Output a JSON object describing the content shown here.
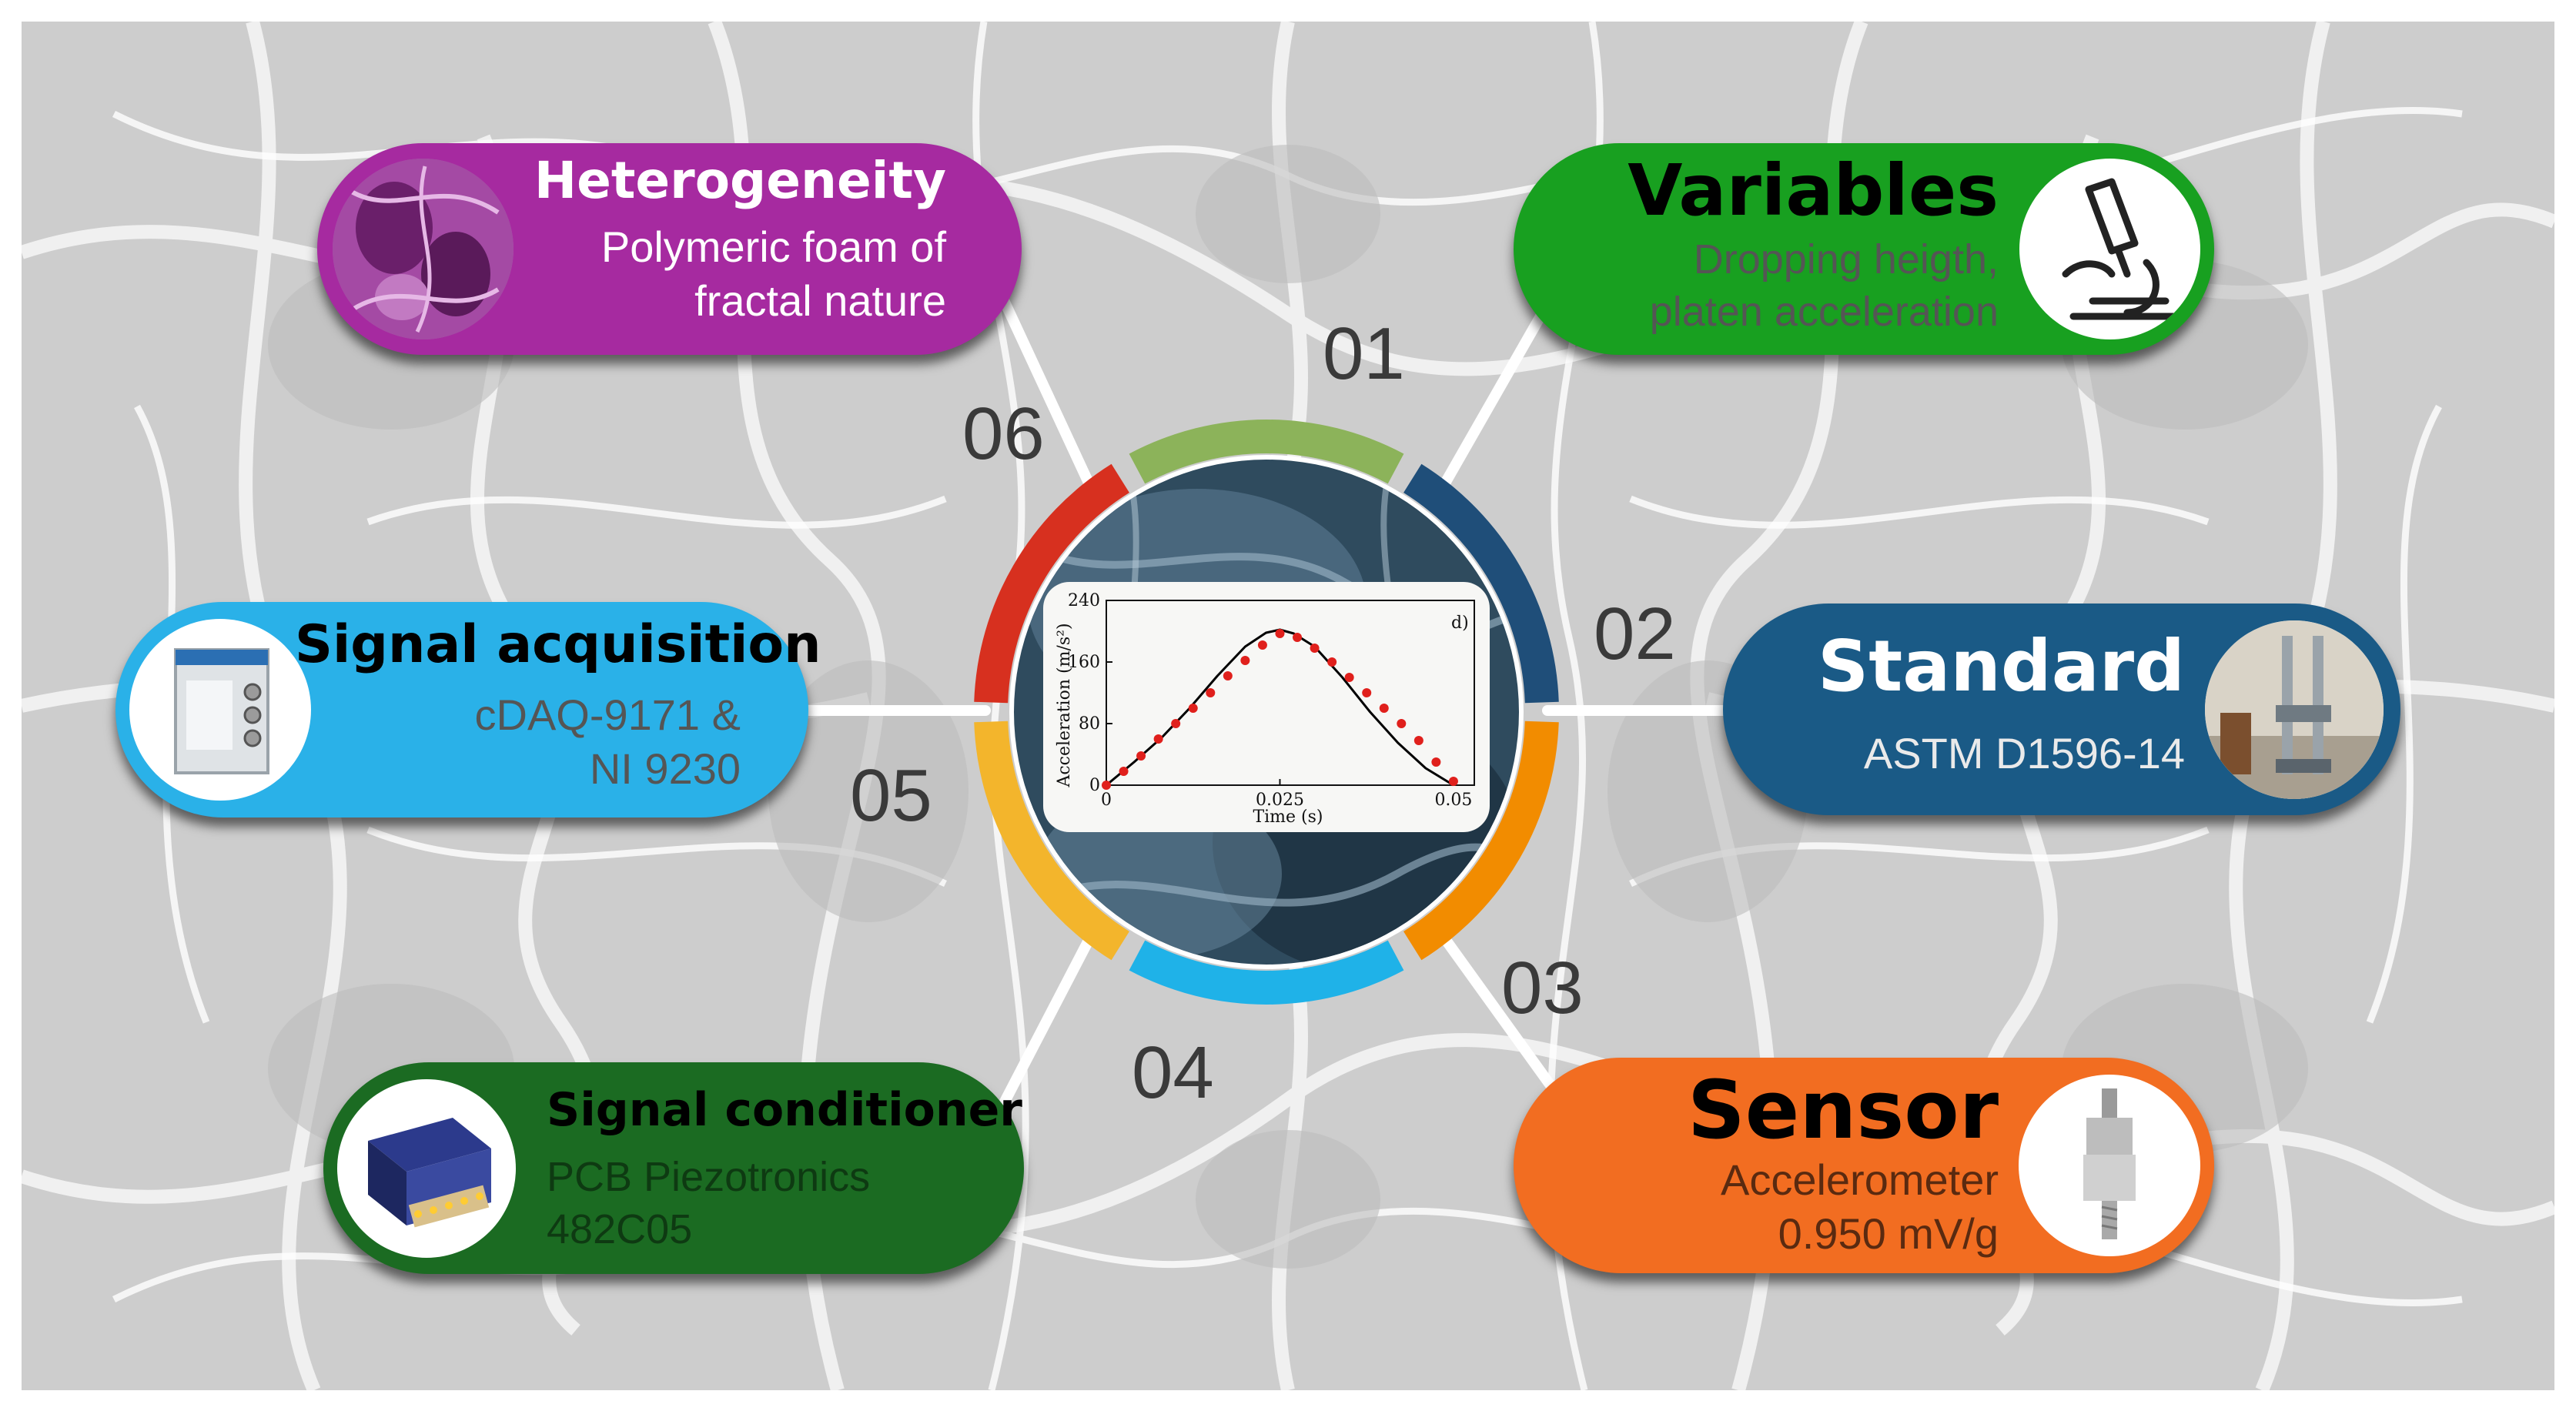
{
  "center": {
    "chart_data": {
      "type": "line",
      "panel_label": "d)",
      "xlabel": "Time (s)",
      "ylabel": "Acceleration (m/s²)",
      "xlim": [
        0,
        0.053
      ],
      "ylim": [
        0,
        240
      ],
      "xticks": [
        "0",
        "0.025",
        "0.05"
      ],
      "yticks": [
        "0",
        "80",
        "160",
        "240"
      ],
      "series": [
        {
          "style": "line",
          "color": "#000000",
          "x": [
            0,
            0.004,
            0.008,
            0.012,
            0.016,
            0.02,
            0.023,
            0.025,
            0.027,
            0.03,
            0.034,
            0.038,
            0.042,
            0.046,
            0.05
          ],
          "values": [
            0,
            30,
            62,
            100,
            142,
            180,
            198,
            202,
            197,
            180,
            140,
            95,
            55,
            22,
            0
          ]
        },
        {
          "style": "points",
          "color": "#e0201c",
          "x": [
            0,
            0.0025,
            0.005,
            0.0075,
            0.01,
            0.0125,
            0.015,
            0.0175,
            0.02,
            0.0225,
            0.025,
            0.0275,
            0.03,
            0.0325,
            0.035,
            0.0375,
            0.04,
            0.0425,
            0.045,
            0.0475,
            0.05
          ],
          "values": [
            0,
            18,
            38,
            60,
            80,
            100,
            120,
            142,
            162,
            182,
            197,
            192,
            178,
            160,
            140,
            120,
            100,
            80,
            58,
            30,
            5
          ]
        }
      ]
    }
  },
  "ring_colors": [
    "#8cb35a",
    "#1f4e79",
    "#f28c00",
    "#1fb2e8",
    "#f3b52c",
    "#d7301f"
  ],
  "nodes": [
    {
      "number": "01",
      "title": "Variables",
      "lines": [
        "Dropping heigth,",
        "platen acceleration"
      ],
      "color": "#18a020",
      "icon": "microscope-icon"
    },
    {
      "number": "02",
      "title": "Standard",
      "lines": [
        "ASTM D1596-14"
      ],
      "color": "#1a5a86",
      "icon": "drop-tower-photo"
    },
    {
      "number": "03",
      "title": "Sensor",
      "lines": [
        "Accelerometer",
        "0.950 mV/g"
      ],
      "color": "#f26d21",
      "icon": "accelerometer-photo"
    },
    {
      "number": "04",
      "title": "Signal conditioner",
      "lines": [
        "PCB Piezotronics",
        "482C05"
      ],
      "color": "#1b6b22",
      "icon": "conditioner-photo"
    },
    {
      "number": "05",
      "title": "Signal acquisition",
      "lines": [
        "cDAQ-9171 &",
        "NI 9230"
      ],
      "color": "#2ab1e8",
      "icon": "daq-module-photo"
    },
    {
      "number": "06",
      "title": "Heterogeneity",
      "lines": [
        "Polymeric foam of",
        "fractal nature"
      ],
      "color": "#a62aa0",
      "icon": "foam-micrograph"
    }
  ]
}
